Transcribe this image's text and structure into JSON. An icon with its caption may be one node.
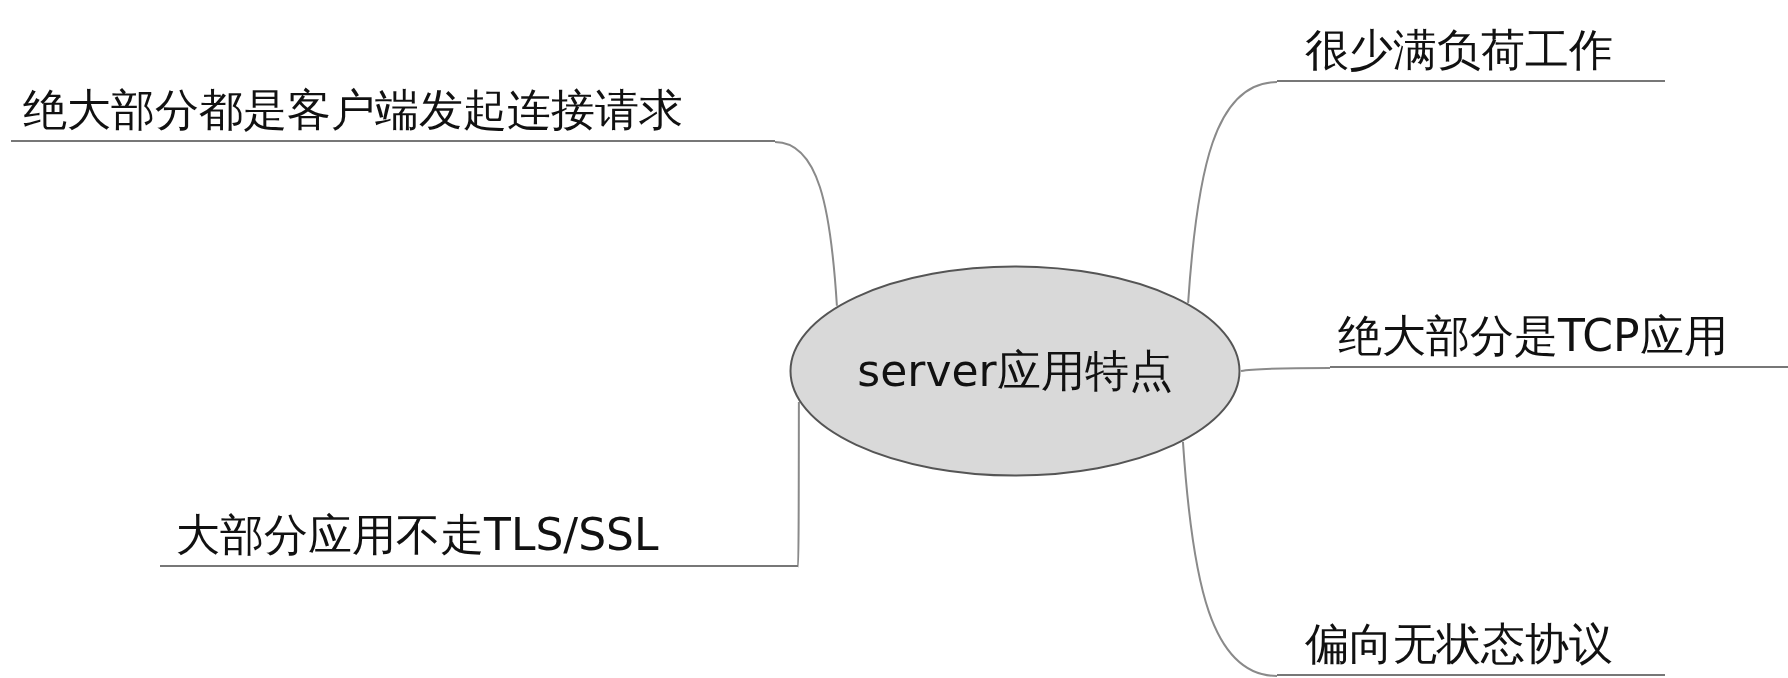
{
  "diagram": {
    "nodes": [
      {
        "text": [
          "server应用特点"
        ]
      },
      {
        "text": [
          "绝大部分都是客户端发起连接请求"
        ]
      },
      {
        "text": [
          "大部分应用不走TLS/SSL"
        ]
      },
      {
        "text": [
          "很少满负荷工作"
        ]
      },
      {
        "text": [
          "绝大部分是TCP应用"
        ]
      },
      {
        "text": [
          "偏向无状态协议"
        ]
      }
    ],
    "edges": [
      {
        "from": 0,
        "to": 1,
        "arrow": "none"
      },
      {
        "from": 0,
        "to": 2,
        "arrow": "none"
      },
      {
        "from": 0,
        "to": 3,
        "arrow": "none"
      },
      {
        "from": 0,
        "to": 4,
        "arrow": "none"
      },
      {
        "from": 0,
        "to": 5,
        "arrow": "none"
      }
    ]
  }
}
